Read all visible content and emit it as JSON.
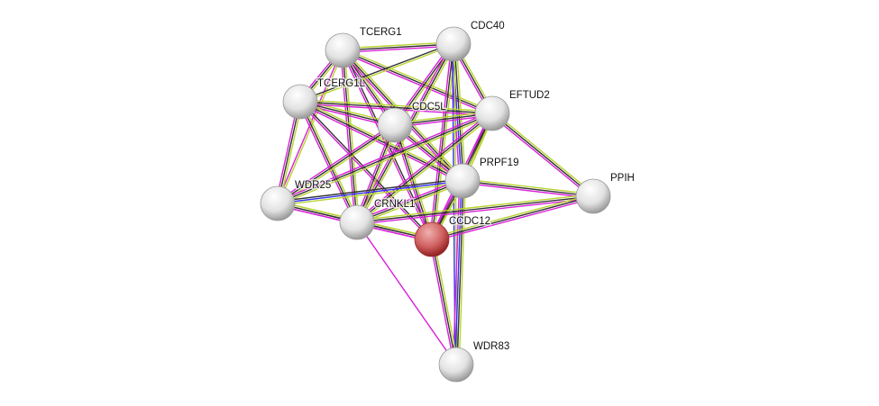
{
  "network": {
    "colors": {
      "m": "#d820d8",
      "k": "#333333",
      "y": "#b8d430",
      "b": "#3030f0"
    },
    "query_node_color": "#d05050",
    "nodes": [
      {
        "id": "TCERG1",
        "label": "TCERG1"
      },
      {
        "id": "CDC40",
        "label": "CDC40"
      },
      {
        "id": "TCERG1L",
        "label": "TCERG1L"
      },
      {
        "id": "CDC5L",
        "label": "CDC5L"
      },
      {
        "id": "EFTUD2",
        "label": "EFTUD2"
      },
      {
        "id": "PRPF19",
        "label": "PRPF19"
      },
      {
        "id": "PPIH",
        "label": "PPIH"
      },
      {
        "id": "WDR25",
        "label": "WDR25"
      },
      {
        "id": "CRNKL1",
        "label": "CRNKL1"
      },
      {
        "id": "CCDC12",
        "label": "CCDC12",
        "query": true
      },
      {
        "id": "WDR83",
        "label": "WDR83"
      }
    ],
    "edges": [
      [
        "TCERG1",
        "CDC40",
        "ykm"
      ],
      [
        "TCERG1",
        "TCERG1L",
        "ykm"
      ],
      [
        "TCERG1",
        "CDC5L",
        "ykm"
      ],
      [
        "TCERG1",
        "EFTUD2",
        "ykm"
      ],
      [
        "TCERG1",
        "PRPF19",
        "ykm"
      ],
      [
        "TCERG1",
        "WDR25",
        "ym"
      ],
      [
        "TCERG1",
        "CRNKL1",
        "ykm"
      ],
      [
        "TCERG1",
        "CCDC12",
        "km"
      ],
      [
        "CDC40",
        "TCERG1L",
        "yk"
      ],
      [
        "CDC40",
        "CDC5L",
        "ykm"
      ],
      [
        "CDC40",
        "EFTUD2",
        "ykm"
      ],
      [
        "CDC40",
        "PRPF19",
        "ykbm"
      ],
      [
        "CDC40",
        "CRNKL1",
        "ykm"
      ],
      [
        "CDC40",
        "CCDC12",
        "ykm"
      ],
      [
        "CDC40",
        "WDR83",
        "yb"
      ],
      [
        "TCERG1L",
        "CDC5L",
        "ykm"
      ],
      [
        "TCERG1L",
        "EFTUD2",
        "ykm"
      ],
      [
        "TCERG1L",
        "PRPF19",
        "ykm"
      ],
      [
        "TCERG1L",
        "WDR25",
        "ykm"
      ],
      [
        "TCERG1L",
        "CRNKL1",
        "ykm"
      ],
      [
        "TCERG1L",
        "CCDC12",
        "km"
      ],
      [
        "CDC5L",
        "EFTUD2",
        "ykm"
      ],
      [
        "CDC5L",
        "PRPF19",
        "ykm"
      ],
      [
        "CDC5L",
        "WDR25",
        "ykm"
      ],
      [
        "CDC5L",
        "CRNKL1",
        "ykm"
      ],
      [
        "CDC5L",
        "CCDC12",
        "ykm"
      ],
      [
        "EFTUD2",
        "PRPF19",
        "ykm"
      ],
      [
        "EFTUD2",
        "WDR25",
        "ykm"
      ],
      [
        "EFTUD2",
        "CRNKL1",
        "ykm"
      ],
      [
        "EFTUD2",
        "CCDC12",
        "ykm"
      ],
      [
        "EFTUD2",
        "PPIH",
        "ykm"
      ],
      [
        "PRPF19",
        "WDR25",
        "ybk"
      ],
      [
        "PRPF19",
        "CRNKL1",
        "ykm"
      ],
      [
        "PRPF19",
        "CCDC12",
        "ykm"
      ],
      [
        "PRPF19",
        "PPIH",
        "ykm"
      ],
      [
        "PRPF19",
        "WDR83",
        "ykbm"
      ],
      [
        "WDR25",
        "CRNKL1",
        "ykm"
      ],
      [
        "WDR25",
        "CCDC12",
        "ykm"
      ],
      [
        "CRNKL1",
        "CCDC12",
        "ykm"
      ],
      [
        "CRNKL1",
        "PPIH",
        "ykm"
      ],
      [
        "CRNKL1",
        "WDR83",
        "m"
      ],
      [
        "CCDC12",
        "PPIH",
        "ykm"
      ],
      [
        "CCDC12",
        "WDR83",
        "ykm"
      ]
    ]
  }
}
